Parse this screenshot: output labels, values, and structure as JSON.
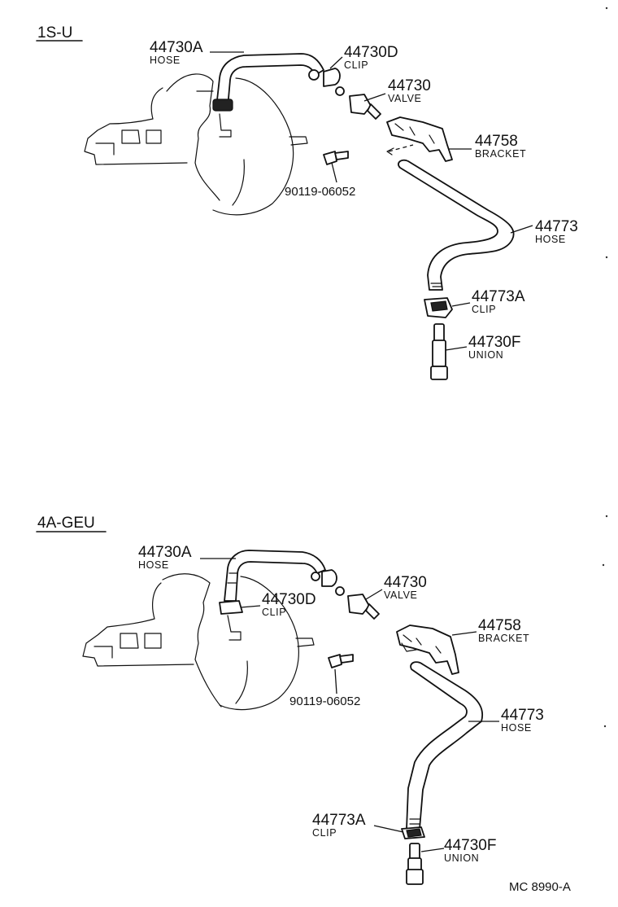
{
  "sections": [
    {
      "title": "1S-U",
      "callouts": {
        "hose_a": {
          "part_no": "44730A",
          "name": "HOSE"
        },
        "clip_d": {
          "part_no": "44730D",
          "name": "CLIP"
        },
        "valve": {
          "part_no": "44730",
          "name": "VALVE"
        },
        "bracket": {
          "part_no": "44758",
          "name": "BRACKET"
        },
        "hose": {
          "part_no": "44773",
          "name": "HOSE"
        },
        "clip_a": {
          "part_no": "44773A",
          "name": "CLIP"
        },
        "union": {
          "part_no": "44730F",
          "name": "UNION"
        },
        "bolt": {
          "part_no": "90119-06052"
        }
      }
    },
    {
      "title": "4A-GEU",
      "callouts": {
        "hose_a": {
          "part_no": "44730A",
          "name": "HOSE"
        },
        "clip_d": {
          "part_no": "44730D",
          "name": "CLIP"
        },
        "valve": {
          "part_no": "44730",
          "name": "VALVE"
        },
        "bracket": {
          "part_no": "44758",
          "name": "BRACKET"
        },
        "hose": {
          "part_no": "44773",
          "name": "HOSE"
        },
        "clip_a": {
          "part_no": "44773A",
          "name": "CLIP"
        },
        "union": {
          "part_no": "44730F",
          "name": "UNION"
        },
        "bolt": {
          "part_no": "90119-06052"
        }
      }
    }
  ],
  "figure_code": "MC  8990-A"
}
